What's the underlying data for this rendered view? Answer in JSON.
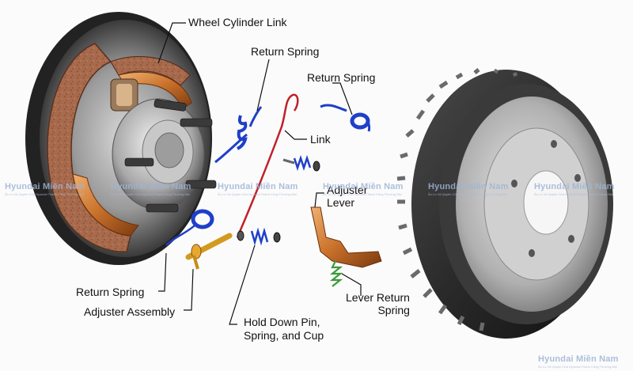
{
  "labels": {
    "wheel_cylinder_link": "Wheel Cylinder Link",
    "return_spring_top": "Return Spring",
    "return_spring_right": "Return Spring",
    "link": "Link",
    "adjuster_lever": "Adjuster\nLever",
    "return_spring_left": "Return Spring",
    "adjuster_assembly": "Adjuster Assembly",
    "hold_down": "Hold Down Pin,\nSpring, and Cup",
    "lever_return_spring": "Lever Return\nSpring"
  },
  "watermark": {
    "brand": "Hyundai Miền Nam",
    "tagline": "Ấn Lò Và Quyền Của Hyundai Thành Công Thương Mại"
  },
  "colors": {
    "spring_blue": "#1f3fc9",
    "spring_red": "#c0202a",
    "copper": "#c8702a",
    "lining": "#a86a4c",
    "steel": "#8d8d8d",
    "watermark": "#9fb4d6"
  }
}
